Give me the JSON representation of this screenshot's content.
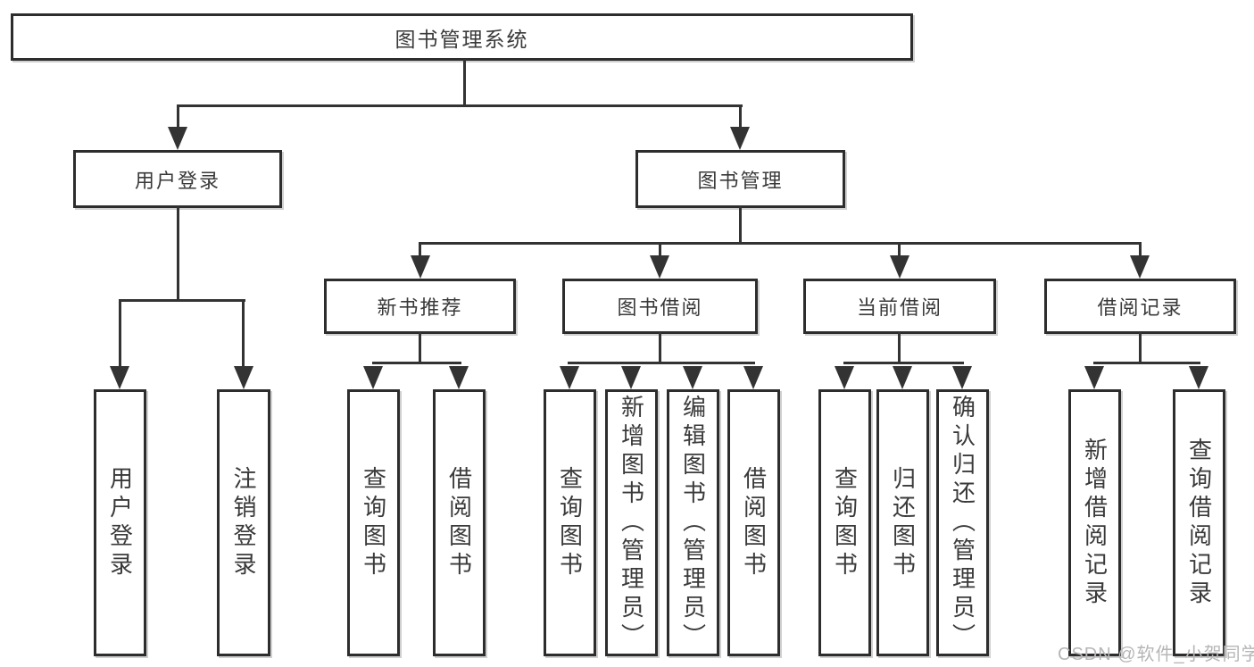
{
  "diagram": {
    "root": {
      "label": "图书管理系统"
    },
    "level2": {
      "user_login": {
        "label": "用户登录"
      },
      "book_mgmt": {
        "label": "图书管理"
      }
    },
    "level3": {
      "new_books": {
        "label": "新书推荐"
      },
      "book_borrow": {
        "label": "图书借阅"
      },
      "current_borrow": {
        "label": "当前借阅"
      },
      "borrow_records": {
        "label": "借阅记录"
      }
    },
    "leaves": {
      "login": {
        "label": "用户登录"
      },
      "logout": {
        "label": "注销登录"
      },
      "nb_query": {
        "label": "查询图书"
      },
      "nb_borrow": {
        "label": "借阅图书"
      },
      "bb_query": {
        "label": "查询图书"
      },
      "bb_add": {
        "label": "新增图书（管理员）"
      },
      "bb_edit": {
        "label": "编辑图书（管理员）"
      },
      "bb_borrow": {
        "label": "借阅图书"
      },
      "cb_query": {
        "label": "查询图书"
      },
      "cb_return": {
        "label": "归还图书"
      },
      "cb_confirm": {
        "label": "确认归还（管理员）"
      },
      "br_add": {
        "label": "新增借阅记录"
      },
      "br_query": {
        "label": "查询借阅记录"
      }
    }
  },
  "watermark": {
    "text": "CSDN @软件_小贺同学"
  },
  "colors": {
    "line": "#333333",
    "box_border": "#2d2d2d",
    "text": "#3a3a3a",
    "watermark": "#b6b6b6",
    "background": "#ffffff"
  }
}
